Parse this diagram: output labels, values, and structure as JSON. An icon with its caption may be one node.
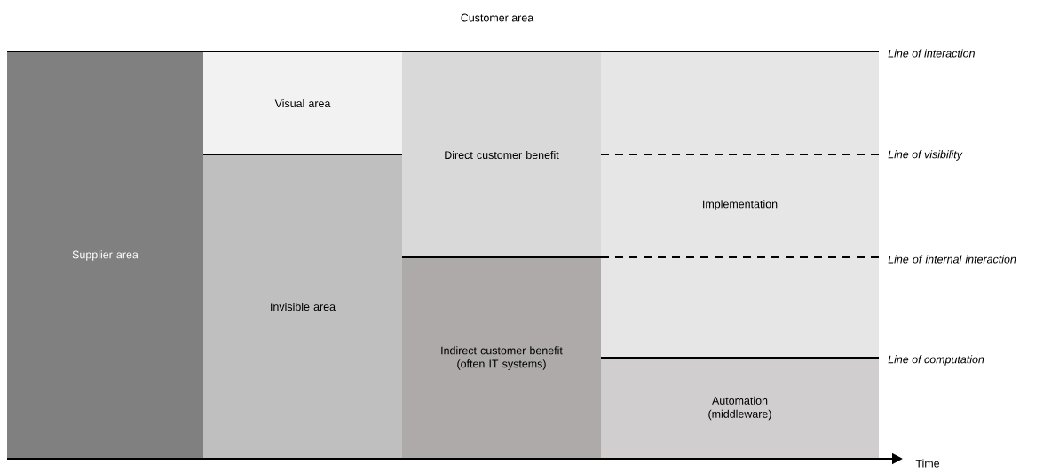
{
  "diagram": {
    "nodes": [
      {
        "text": [
          "Supplier area"
        ]
      },
      {
        "text": [
          "Visual area"
        ]
      },
      {
        "text": [
          "Invisible area"
        ]
      },
      {
        "text": [
          "Direct customer benefit"
        ]
      },
      {
        "text": [
          "Indirect customer benefit (often IT systems)"
        ]
      },
      {
        "text": [
          "Implementation"
        ]
      },
      {
        "text": [
          "Automation (middleware)"
        ]
      }
    ],
    "labels": [
      "Customer area",
      "Line of interaction",
      "Line of visibility",
      "Line of internal interaction",
      "Line of computation",
      "Time"
    ]
  }
}
